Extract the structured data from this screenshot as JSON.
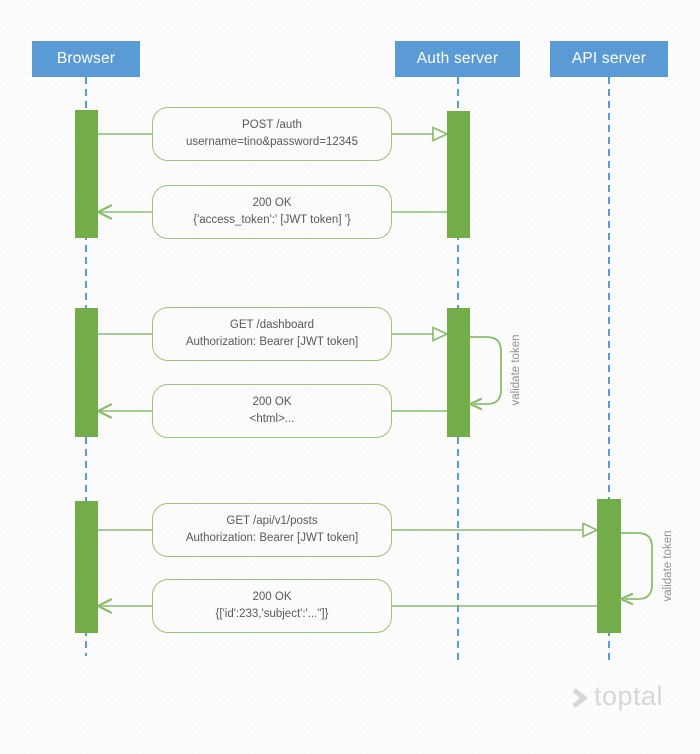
{
  "title": "JWT authentication sequence diagram",
  "colors": {
    "actor_blue": "#5b9bd5",
    "activation_green": "#72ad49",
    "line_green": "#8cbd6e",
    "message_text_gray": "#595959",
    "side_label_gray": "#8f8f8f",
    "watermark_gray": "#d7d7d7"
  },
  "actors": [
    {
      "label": "Browser"
    },
    {
      "label": "Auth server"
    },
    {
      "label": "API server"
    }
  ],
  "messages": [
    {
      "line1": "POST /auth",
      "line2": "username=tino&password=12345",
      "from": "Browser",
      "to": "Auth server"
    },
    {
      "line1": "200 OK",
      "line2": "{'access_token':' [JWT token] '}",
      "from": "Auth server",
      "to": "Browser"
    },
    {
      "line1": "GET /dashboard",
      "line2": "Authorization: Bearer [JWT token]",
      "from": "Browser",
      "to": "Auth server"
    },
    {
      "line1": "200 OK",
      "line2": "<html>...",
      "from": "Auth server",
      "to": "Browser"
    },
    {
      "line1": "GET /api/v1/posts",
      "line2": "Authorization: Bearer [JWT token]",
      "from": "Browser",
      "to": "API server"
    },
    {
      "line1": "200 OK",
      "line2": "{['id':233,'subject':'...\"]}",
      "from": "API server",
      "to": "Browser"
    }
  ],
  "self_actions": [
    {
      "label": "validate token",
      "actor": "Auth server"
    },
    {
      "label": "validate token",
      "actor": "API server"
    }
  ],
  "watermark": {
    "text": "toptal"
  }
}
